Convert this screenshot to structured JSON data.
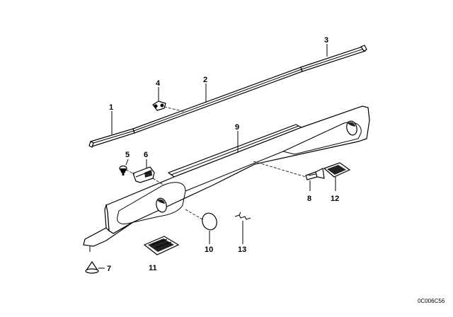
{
  "diagram": {
    "callouts": {
      "c1": "1",
      "c2": "2",
      "c3": "3",
      "c4": "4",
      "c5": "5",
      "c6": "6",
      "c7": "7",
      "c8": "8",
      "c9": "9",
      "c10": "10",
      "c11": "11",
      "c12": "12",
      "c13": "13"
    },
    "drawing_code": "0C006C56"
  }
}
